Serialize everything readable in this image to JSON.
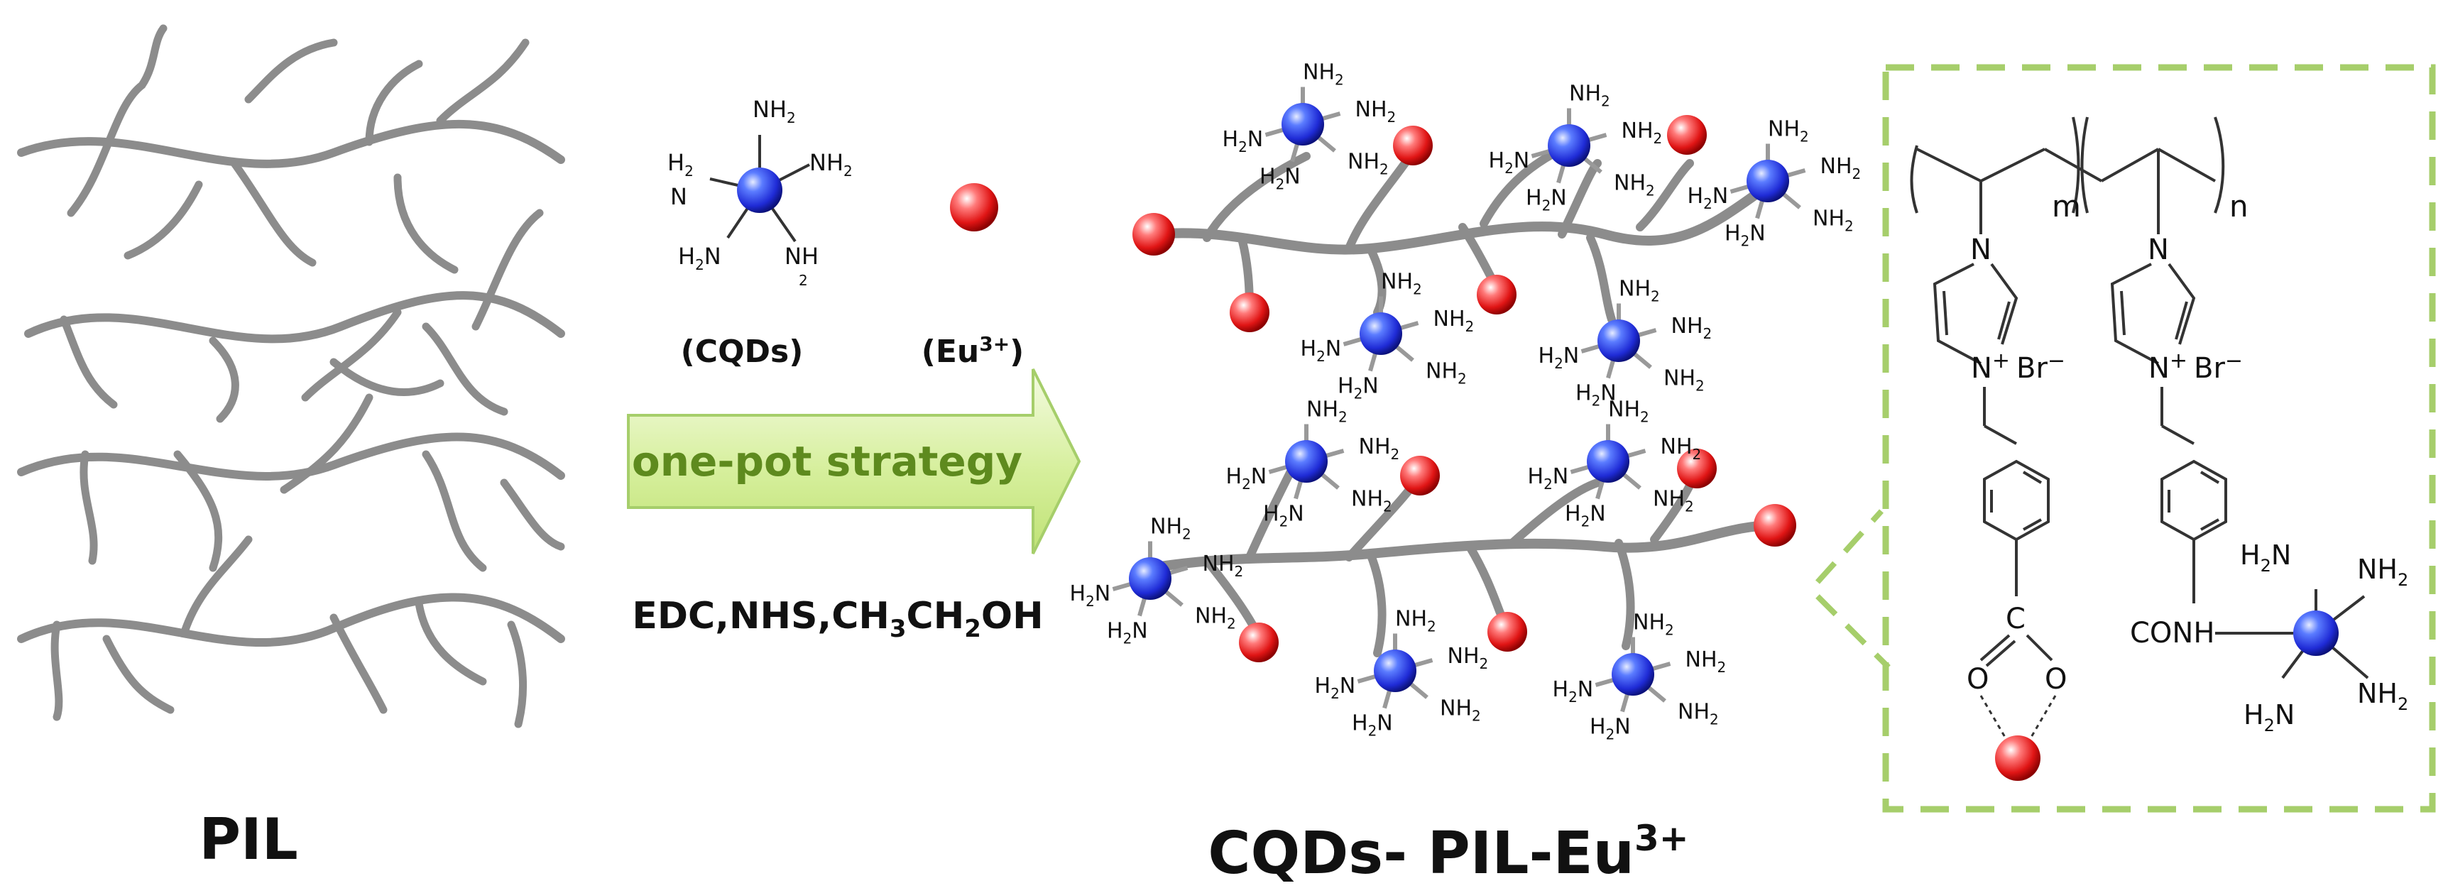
{
  "labels": {
    "pil": "PIL",
    "cqds": "(CQDs)",
    "eu_base": "(Eu",
    "eu_sup": "3+",
    "eu_close": ")",
    "arrow_text": "one-pot strategy",
    "reagents_part1": "EDC,NHS,CH",
    "reagents_sub1": "3",
    "reagents_part2": "CH",
    "reagents_sub2": "2",
    "reagents_part3": "OH",
    "product_base": "CQDs- PIL-Eu",
    "product_sup": "3+"
  },
  "chem": {
    "nh2_base": "NH",
    "h2n_h": "H",
    "sub2": "2",
    "h2_split_top": "H",
    "h2_split_bottom": "N",
    "br": "Br",
    "minus": "−",
    "n": "N",
    "plus": "+",
    "m": "m",
    "n_index": "n",
    "conh": "CONH",
    "c": "C",
    "o": "O"
  },
  "colors": {
    "cqd_blue": "#1f2bd6",
    "eu_red": "#e01515",
    "fiber_gray": "#8c8c8c",
    "arrow_green": "#d6ef9c",
    "arrow_text_green": "#5e8a1e",
    "box_dash_green": "#a6ce6b"
  }
}
